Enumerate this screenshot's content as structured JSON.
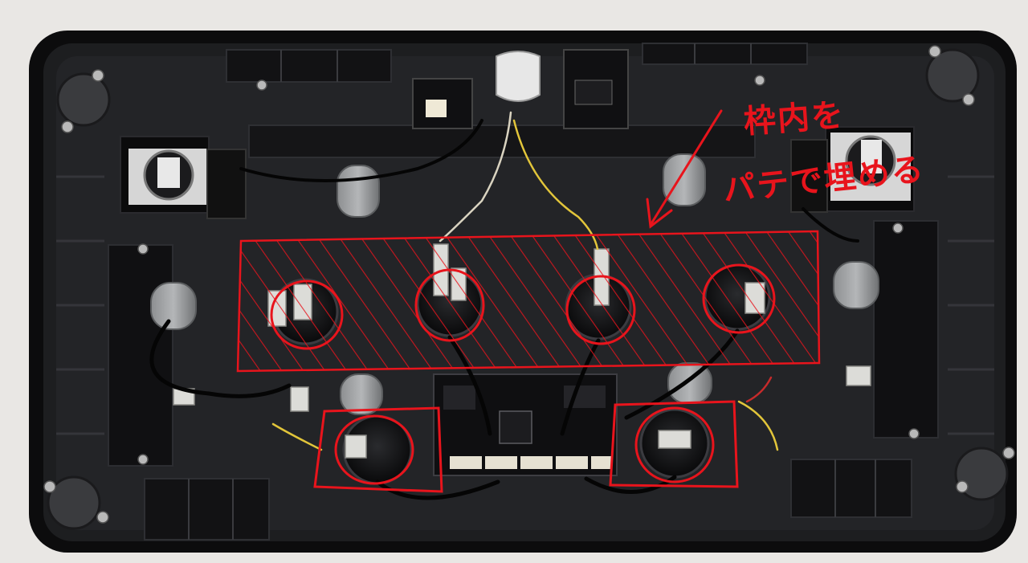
{
  "annotation": {
    "line1": "枠内を",
    "line2": "パテで埋める",
    "color": "#e8141c"
  },
  "photo": {
    "subject": "fightstick-case-interior",
    "case_color": "#151517",
    "background_color": "#e9e7e4"
  },
  "icons": [
    "arrow-icon",
    "circle-mark-icon",
    "hatch-region-icon"
  ]
}
